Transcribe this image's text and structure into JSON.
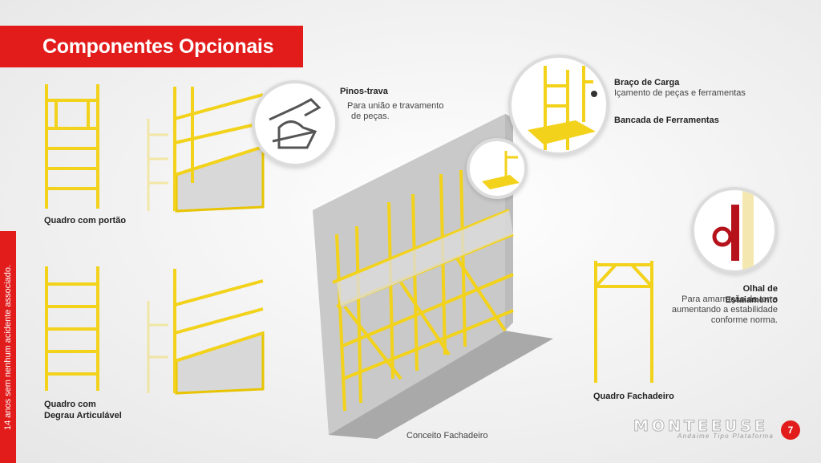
{
  "header": {
    "title": "Componentes Opcionais"
  },
  "side": {
    "text": "14 anos sem nenhum acidente associado."
  },
  "items": {
    "gate_frame": "Quadro com portão",
    "step_frame_line1": "Quadro com",
    "step_frame_line2": "Degrau Articulável",
    "pins_title": "Pinos-trava",
    "pins_desc_line1": "Para união e travamento",
    "pins_desc_line2": "de peças.",
    "arm_title": "Braço de Carga",
    "arm_desc": "Içamento de peças e ferramentas",
    "bench_title": "Bancada de Ferramentas",
    "eye_title": "Olhal de Estaiamento",
    "eye_desc_line1": "Para amarração da torre",
    "eye_desc_line2": "aumentando a estabilidade",
    "eye_desc_line3": "conforme norma.",
    "facade_frame": "Quadro Fachadeiro",
    "concept": "Conceito Fachadeiro"
  },
  "brand": {
    "name": "MONTEEUSE",
    "tagline": "Andaime Tipo Plataforma",
    "page": "7"
  },
  "colors": {
    "accent": "#e21b1b",
    "scaffold": "#f2d21a"
  }
}
